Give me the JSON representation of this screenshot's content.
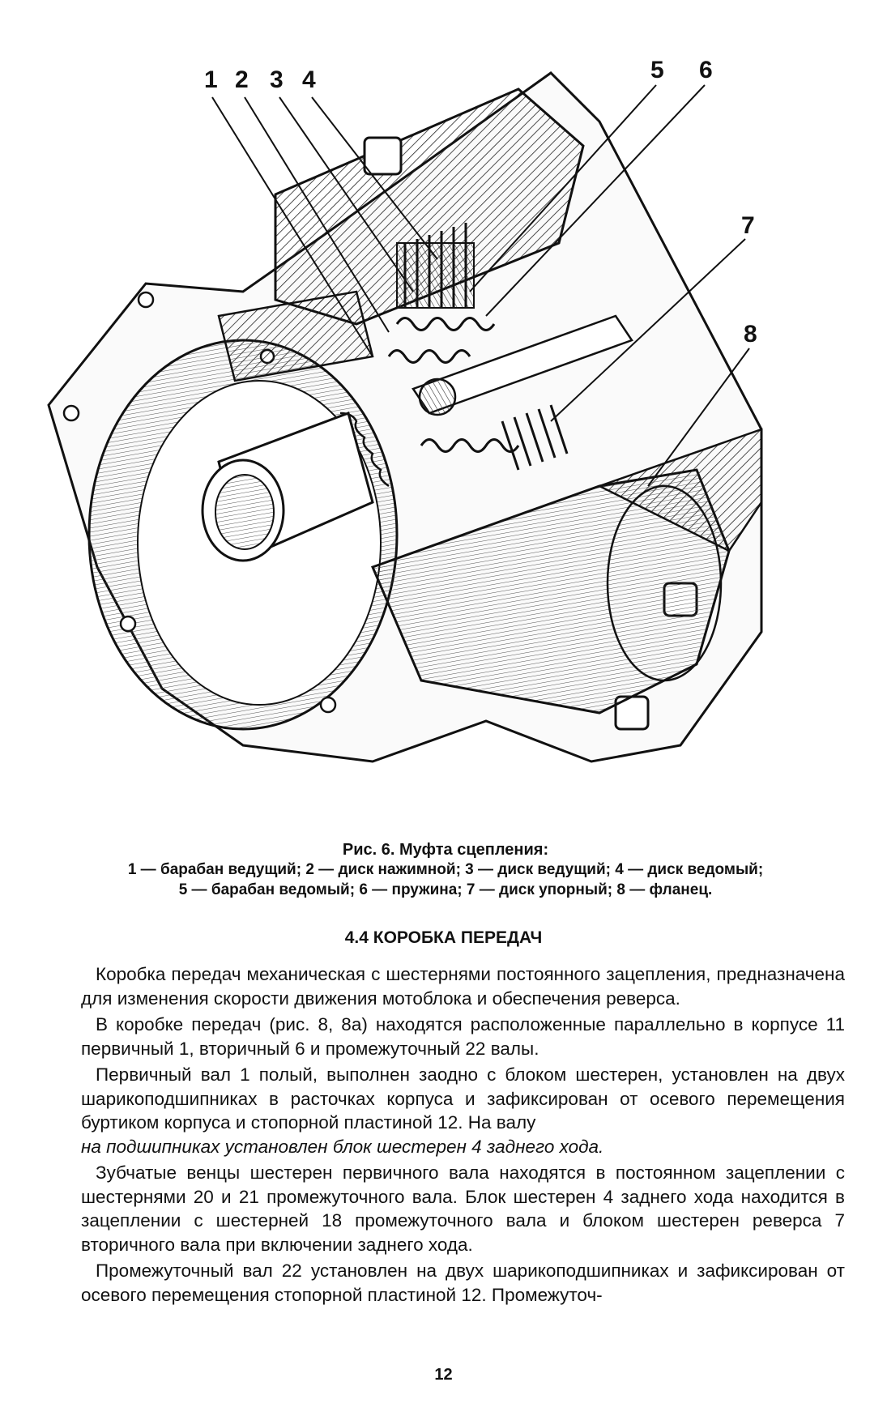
{
  "figure": {
    "labels": [
      "1",
      "2",
      "3",
      "4",
      "5",
      "6",
      "7",
      "8"
    ]
  },
  "caption": {
    "title": "Рис. 6. Муфта сцепления:",
    "line1": "1 — барабан ведущий; 2 — диск нажимной; 3 — диск ведущий; 4 — диск ведомый;",
    "line2": "5 — барабан ведомый; 6 — пружина; 7 — диск упорный; 8 — фланец."
  },
  "section": {
    "heading": "4.4 КОРОБКА ПЕРЕДАЧ"
  },
  "paragraphs": [
    "Коробка передач механическая с шестернями постоянного зацепления, предназначена для изменения скорости движения мотоблока и обеспечения реверса.",
    "В коробке передач (рис. 8, 8а) находятся расположенные параллельно в корпусе 11 первичный 1, вторичный 6 и промежуточный 22 валы.",
    "Первичный вал 1 полый, выполнен заодно с блоком шестерен, установлен на двух шарикоподшипниках в расточках корпуса и зафиксирован от осевого перемещения буртиком корпуса и стопорной пластиной 12. На валу",
    "на подшипниках установлен блок шестерен 4 заднего хода.",
    "Зубчатые венцы шестерен первичного вала находятся в постоянном зацеплении с шестернями 20 и 21 промежуточного вала. Блок шестерен 4 заднего хода находится в зацеплении с шестерней 18 промежуточного вала и блоком шестерен реверса 7 вторичного вала при включении заднего хода.",
    "Промежуточный вал 22 установлен на двух шарикоподшипниках и зафиксирован от осевого перемещения стопорной пластиной 12. Промежуточ-"
  ],
  "page_number": "12"
}
